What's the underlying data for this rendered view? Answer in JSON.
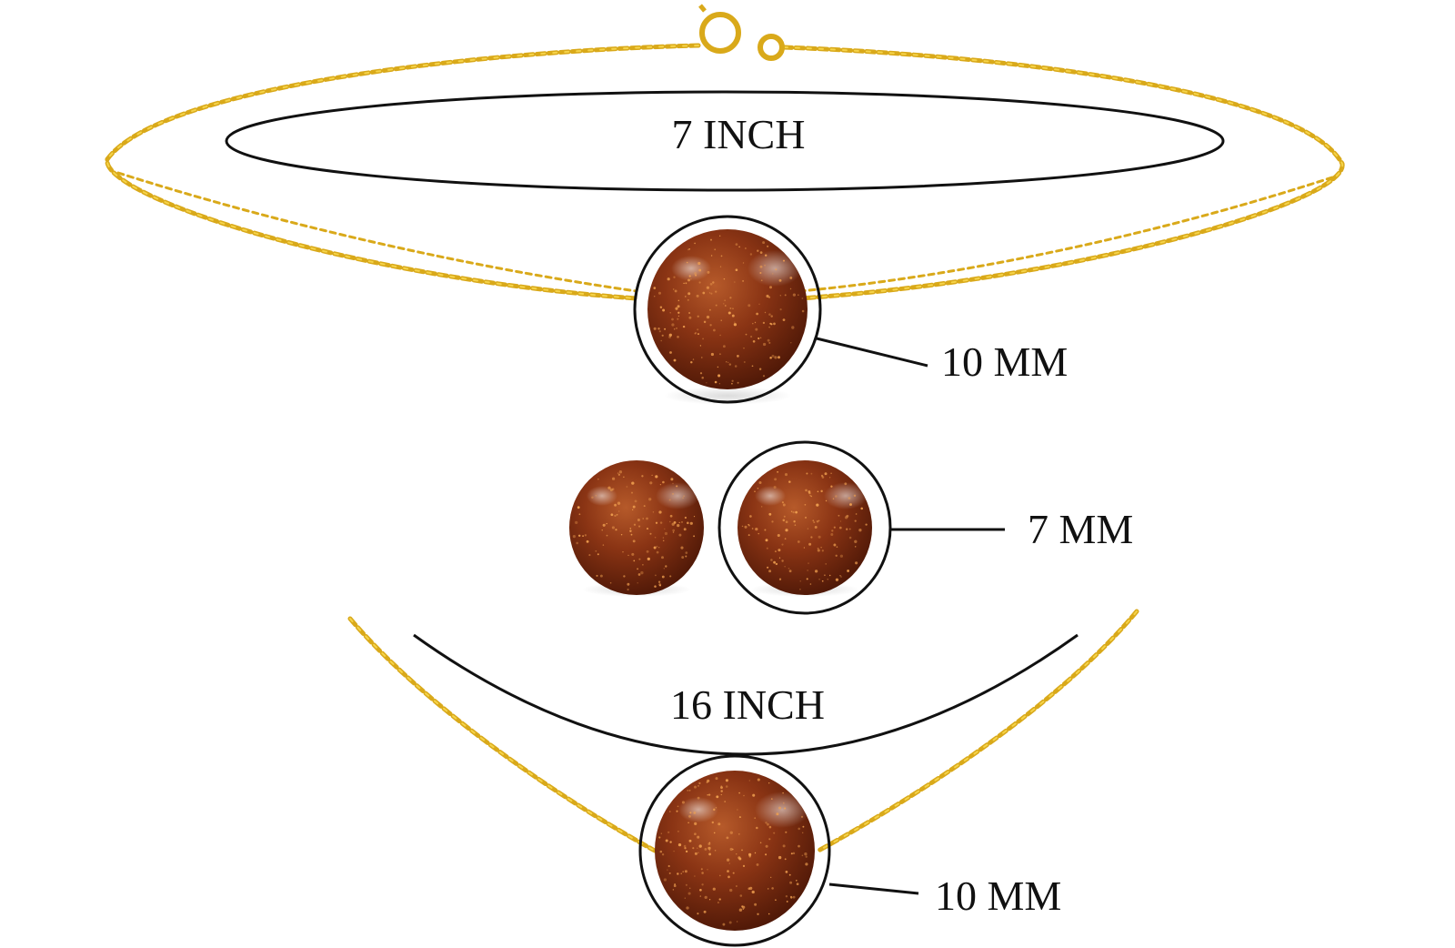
{
  "image": {
    "subject": "Goldstone bead bracelet, stud earrings and necklace set with size annotations",
    "background_color": "#ffffff",
    "chain_color": "#d9a91a",
    "chain_highlight": "#f5d34a",
    "bead_color": "#7a2e12",
    "bead_highlight": "#b65a2a",
    "glitter_color": "#f0a050",
    "annotation_color": "#111111"
  },
  "labels": {
    "bracelet_length": "7 INCH",
    "bracelet_bead_size": "10 MM",
    "earring_size": "7 MM",
    "necklace_length": "16 INCH",
    "necklace_bead_size": "10 MM"
  }
}
